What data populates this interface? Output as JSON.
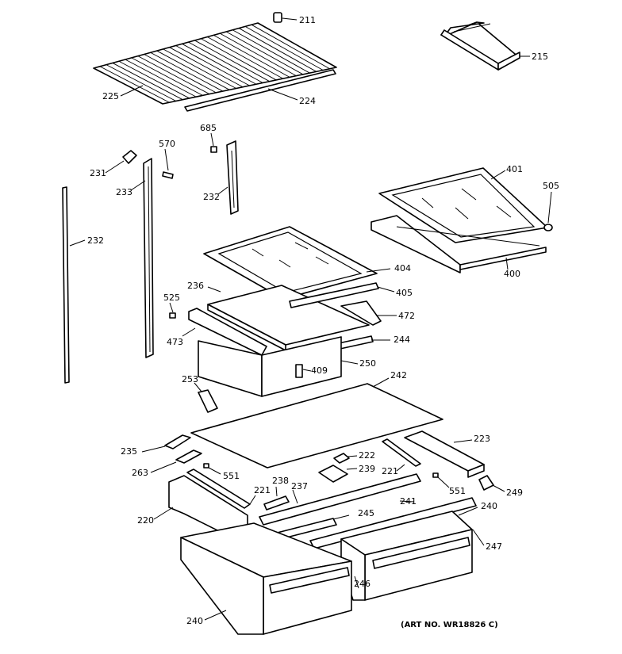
{
  "art_number": "(ART NO. WR18826 C)",
  "labels": {
    "p211": "211",
    "p215": "215",
    "p225": "225",
    "p224": "224",
    "p685": "685",
    "p570": "570",
    "p231": "231",
    "p233": "233",
    "p232a": "232",
    "p232b": "232",
    "p401": "401",
    "p505": "505",
    "p400": "400",
    "p404": "404",
    "p236": "236",
    "p405": "405",
    "p525": "525",
    "p472": "472",
    "p473": "473",
    "p244": "244",
    "p409": "409",
    "p250": "250",
    "p253": "253",
    "p242": "242",
    "p223": "223",
    "p235": "235",
    "p222": "222",
    "p239": "239",
    "p263": "263",
    "p551a": "551",
    "p221a": "221",
    "p221b": "221",
    "p238": "238",
    "p237": "237",
    "p551b": "551",
    "p249": "249",
    "p241": "241",
    "p240a": "240",
    "p220": "220",
    "p245": "245",
    "p247": "247",
    "p246": "246",
    "p240b": "240"
  }
}
